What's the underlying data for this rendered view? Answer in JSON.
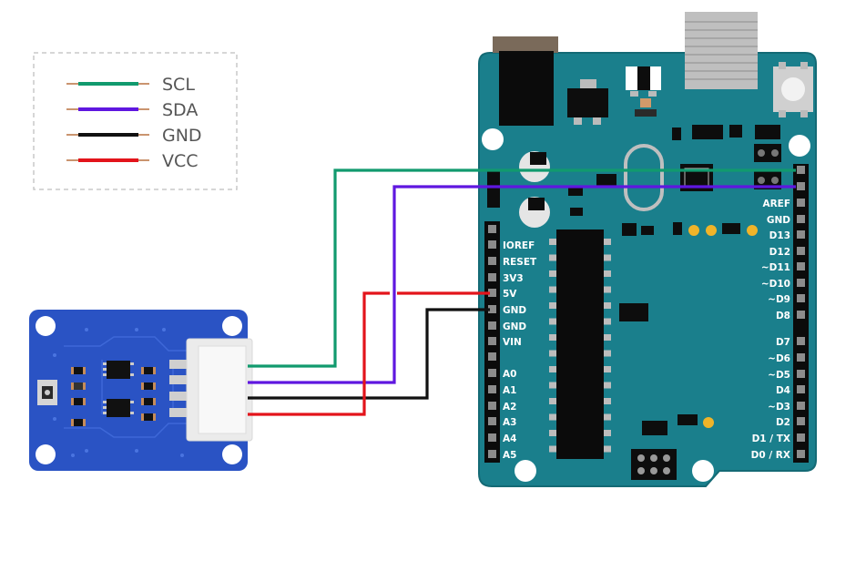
{
  "legend": {
    "items": [
      {
        "label": "SCL",
        "color": "#119a6e"
      },
      {
        "label": "SDA",
        "color": "#5f17e0"
      },
      {
        "label": "GND",
        "color": "#111111"
      },
      {
        "label": "VCC",
        "color": "#e3141b"
      }
    ]
  },
  "colors": {
    "board": "#1a7f8c",
    "board_edge": "#16707b",
    "sensor_board": "#2a53c4",
    "wire_scl": "#119a6e",
    "wire_sda": "#5f17e0",
    "wire_gnd": "#111111",
    "wire_vcc": "#e3141b"
  },
  "arduino": {
    "left_header_labels": [
      "IOREF",
      "RESET",
      "3V3",
      "5V",
      "GND",
      "GND",
      "VIN",
      "A0",
      "A1",
      "A2",
      "A3",
      "A4",
      "A5"
    ],
    "right_header_labels": [
      "AREF",
      "GND",
      "D13",
      "D12",
      "~D11",
      "~D10",
      "~D9",
      "D8",
      "D7",
      "~D6",
      "~D5",
      "D4",
      "~D3",
      "D2",
      "D1 / TX",
      "D0 / RX"
    ]
  }
}
